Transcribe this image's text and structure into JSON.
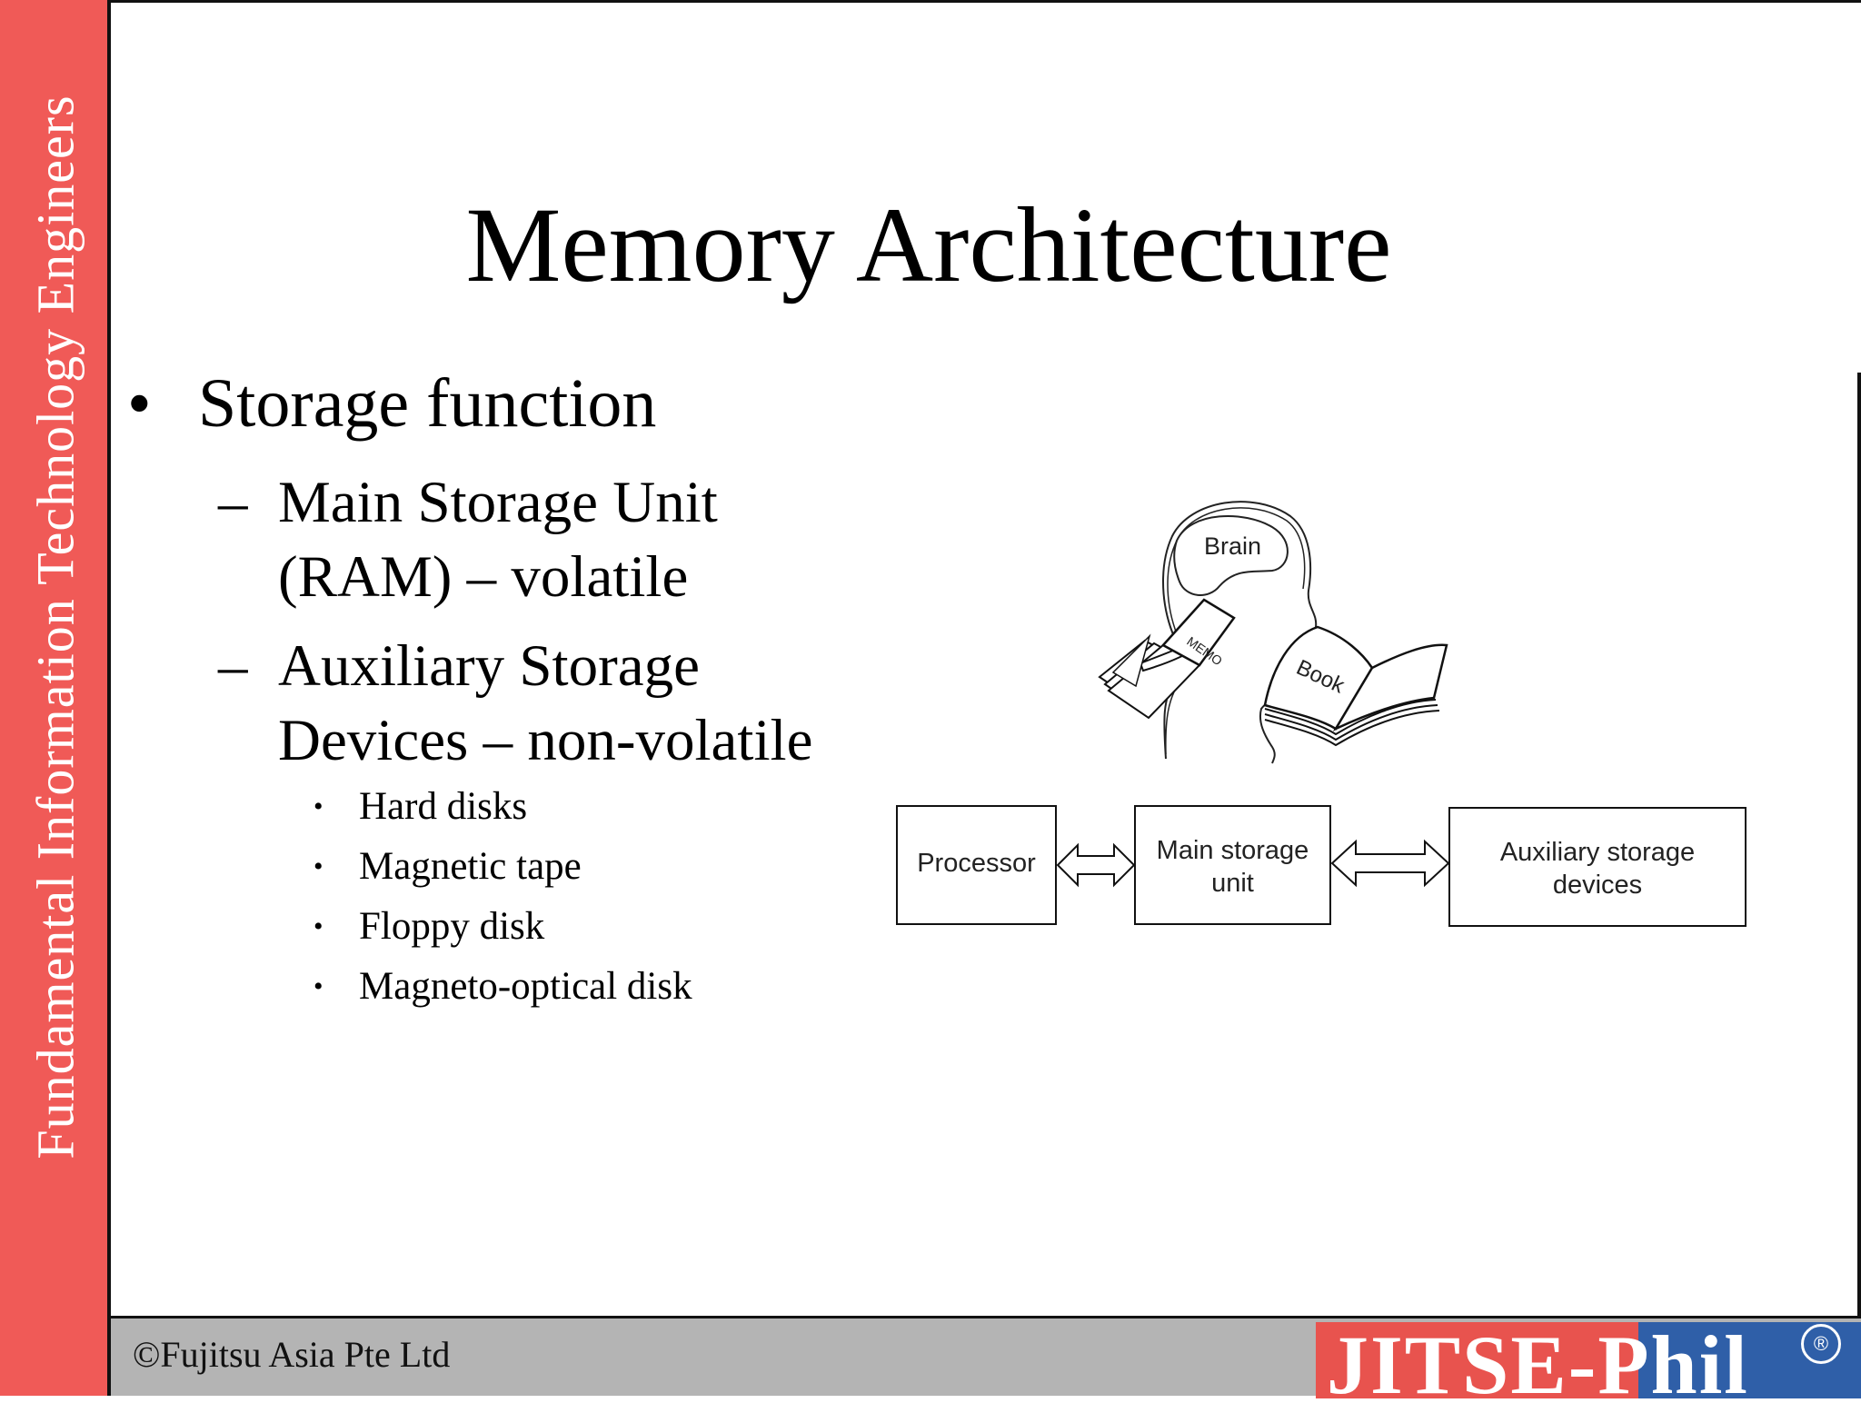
{
  "sidebar": {
    "label": "Fundamental Information Technology Engineers"
  },
  "slide": {
    "title": "Memory Architecture",
    "bullet": "Storage function",
    "sub1_line1": "Main Storage Unit",
    "sub1_line2": "(RAM) – volatile",
    "sub2_line1": "Auxiliary Storage",
    "sub2_line2": "Devices – non-volatile",
    "items": [
      "Hard disks",
      "Magnetic tape",
      "Floppy disk",
      "Magneto-optical disk"
    ]
  },
  "diagram": {
    "brain_label": "Brain",
    "memo_label": "MEMO",
    "book_label": "Book",
    "processor": "Processor",
    "main_storage_line1": "Main storage",
    "main_storage_line2": "unit",
    "aux_line1": "Auxiliary storage",
    "aux_line2": "devices"
  },
  "footer": {
    "copyright": "©Fujitsu Asia Pte Ltd",
    "logo_left": "JITSE",
    "logo_right": "-Phil",
    "reg_mark": "®"
  },
  "colors": {
    "sidebar": "#f05a57",
    "footer": "#b4b4b4",
    "logo_red": "#e8534e",
    "logo_blue": "#2f5fa8"
  }
}
